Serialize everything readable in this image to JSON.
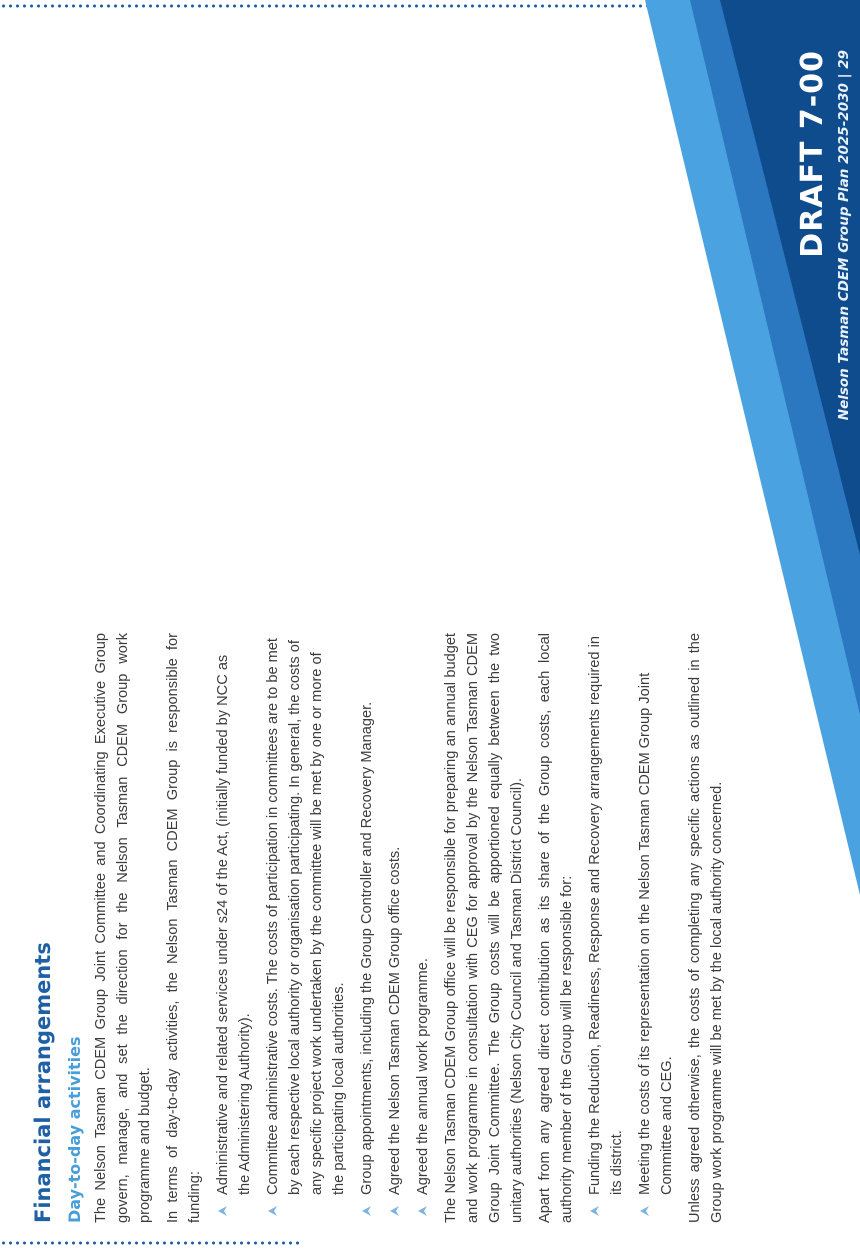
{
  "banner": {
    "draft_label": "DRAFT 7-00",
    "footer": "Nelson Tasman CDEM Group Plan 2025-2030 | 29",
    "colors": {
      "dark": "#0f4c8e",
      "mid": "#2b77c0",
      "light": "#4aa3e0"
    }
  },
  "section": {
    "title": "Financial arrangements",
    "subtitle": "Day-to-day activities"
  },
  "paragraphs": {
    "intro": "The Nelson Tasman CDEM Group Joint Committee and Coordinating Executive Group govern, manage, and set the direction for the Nelson Tasman CDEM Group work programme and budget.",
    "funding_lead": "In terms of day-to-day activities, the Nelson Tasman CDEM Group is responsible for funding:",
    "budget": "The Nelson Tasman CDEM Group office will be responsible for preparing an annual budget and work programme in consultation with CEG for approval by the Nelson Tasman CDEM Group Joint Committee. The Group costs will be apportioned equally between the two unitary authorities (Nelson City Council and Tasman District Council).",
    "local_lead": "Apart from any agreed direct contribution as its share of the Group costs, each local authority member of the Group will be responsible for:",
    "closing": "Unless agreed otherwise, the costs of completing any specific actions as outlined in the Group work programme will be met by the local authority concerned."
  },
  "funding_items": [
    "Administrative and related services under s24 of the Act, (initially funded by NCC as the Administering Authority).",
    "Committee administrative costs. The costs of participation in committees are to be met by each respective local authority or organisation participating. In general, the costs of any specific project work undertaken by the committee will be met by one or more of the participating local authorities.",
    "Group appointments, including the Group Controller and Recovery Manager.",
    "Agreed the Nelson Tasman CDEM Group office costs.",
    "Agreed the annual work programme."
  ],
  "local_items": [
    "Funding the Reduction, Readiness, Response and Recovery arrangements required in its district.",
    "Meeting the costs of its representation on the Nelson Tasman CDEM Group Joint Committee and CEG."
  ],
  "icons": {
    "bullet": "chevron-arrow-icon"
  },
  "colors": {
    "heading": "#1f5fa5",
    "subheading": "#4a9ed8",
    "body": "#3c3c3c",
    "bullet": "#7fb3df"
  }
}
